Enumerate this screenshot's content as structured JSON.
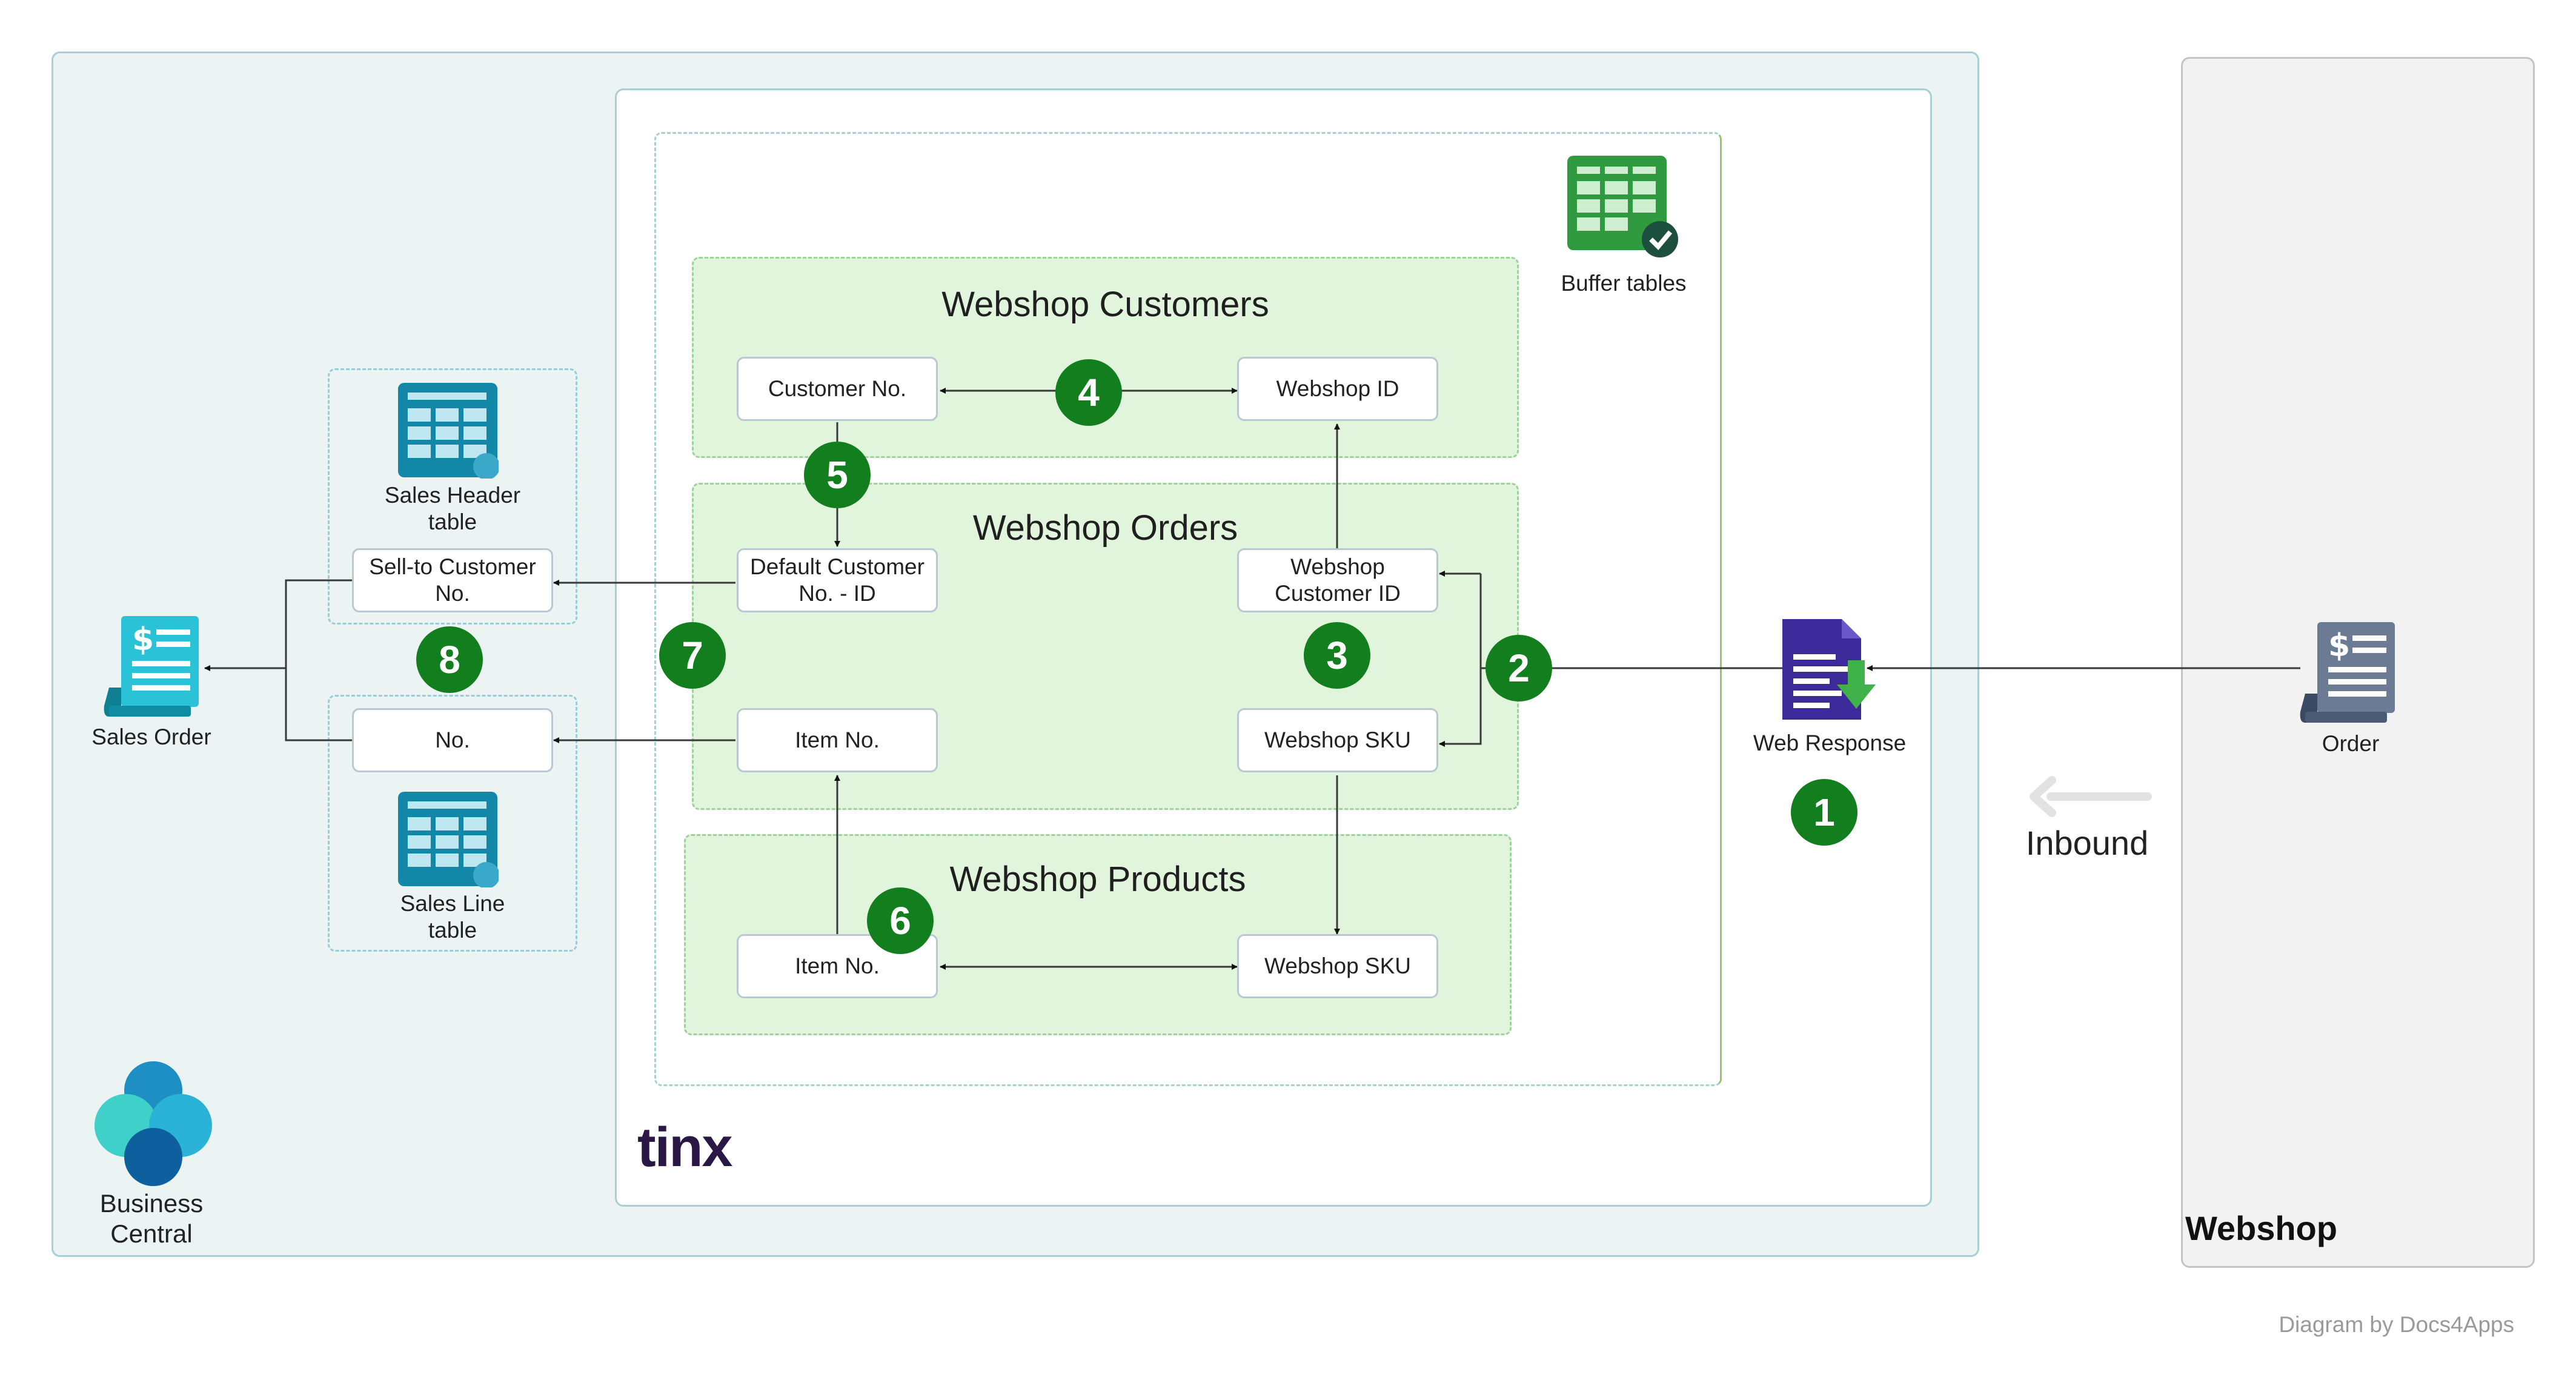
{
  "containers": {
    "business_central": "Business\nCentral",
    "webshop": "Webshop"
  },
  "buffer_tables_label": "Buffer tables",
  "tinx_logo": "tinx",
  "groups": {
    "customers": {
      "title": "Webshop Customers",
      "fields": {
        "customer_no": "Customer No.",
        "webshop_id": "Webshop ID"
      }
    },
    "orders": {
      "title": "Webshop Orders",
      "fields": {
        "default_customer": "Default Customer\nNo. - ID",
        "webshop_customer_id": "Webshop\nCustomer ID",
        "item_no": "Item No.",
        "webshop_sku": "Webshop SKU"
      }
    },
    "products": {
      "title": "Webshop Products",
      "fields": {
        "item_no": "Item No.",
        "webshop_sku": "Webshop SKU"
      }
    }
  },
  "sales_header": {
    "label": "Sales Header\ntable",
    "field": "Sell-to Customer\nNo."
  },
  "sales_line": {
    "label": "Sales Line\ntable",
    "field": "No."
  },
  "sales_order_label": "Sales Order",
  "web_response_label": "Web Response",
  "order_label": "Order",
  "inbound_label": "Inbound",
  "credit": "Diagram by Docs4Apps",
  "steps": [
    "1",
    "2",
    "3",
    "4",
    "5",
    "6",
    "7",
    "8"
  ],
  "colors": {
    "badge": "#137e1d",
    "group_fill": "#e1f5dc",
    "bc_fill": "#ebf3f3",
    "webshop_fill": "#f2f2f2"
  },
  "icons": [
    "buffer-tables-icon",
    "sales-header-table-icon",
    "sales-line-table-icon",
    "sales-order-icon",
    "business-central-logo-icon",
    "web-response-icon",
    "order-icon",
    "inbound-arrow-icon"
  ]
}
